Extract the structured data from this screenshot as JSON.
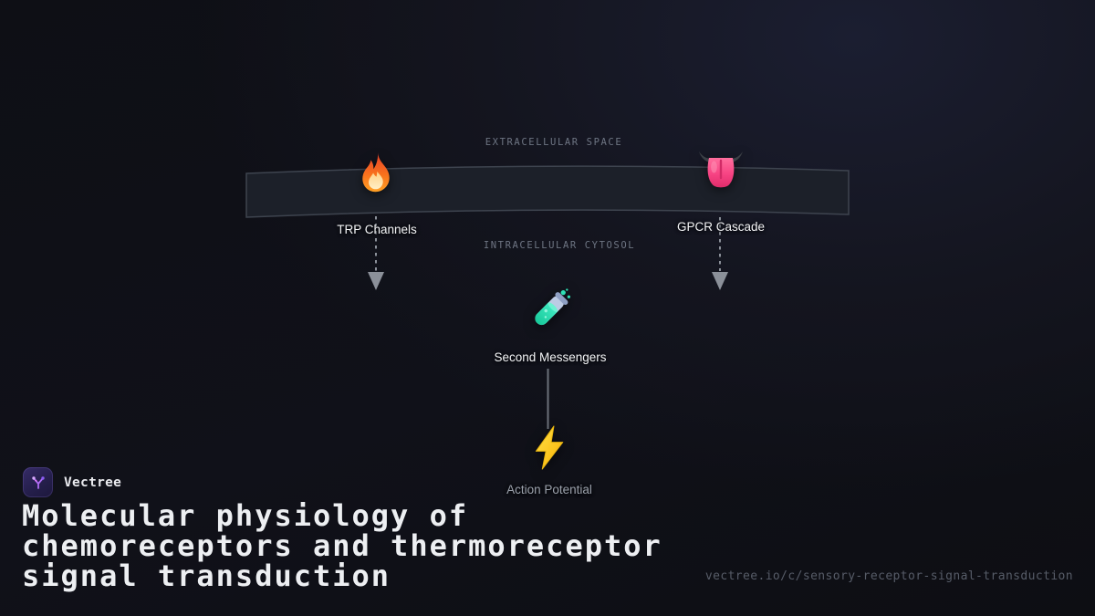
{
  "branding": {
    "logo_text": "Vectree",
    "logo_icon": "vectree-branch-icon",
    "title": "Molecular physiology of chemoreceptors and thermoreceptor signal transduction",
    "url": "vectree.io/c/sensory-receptor-signal-transduction"
  },
  "zones": {
    "extracellular": "EXTRACELLULAR SPACE",
    "intracellular": "INTRACELLULAR CYTOSOL"
  },
  "nodes": {
    "trp": {
      "label": "TRP Channels",
      "icon": "fire-emoji",
      "emoji": "🔥"
    },
    "gpcr": {
      "label": "GPCR Cascade",
      "icon": "tongue-emoji",
      "emoji": "👅"
    },
    "second_messengers": {
      "label": "Second Messengers",
      "icon": "test-tube-emoji",
      "emoji": "🧪"
    },
    "action_potential": {
      "label": "Action Potential",
      "icon": "lightning-emoji",
      "emoji": "⚡"
    }
  },
  "colors": {
    "background": "#0e0f15",
    "background_glow": "#1b1e31",
    "membrane_fill": "#1c2029",
    "membrane_border": "#3e444f",
    "arrow_gray": "#8b9099",
    "zone_label": "#6e7583",
    "node_label": "#f3f4f6",
    "muted_label": "#9ba1ab",
    "url_text": "#575c68",
    "brand_purple": "#b06cf5"
  }
}
